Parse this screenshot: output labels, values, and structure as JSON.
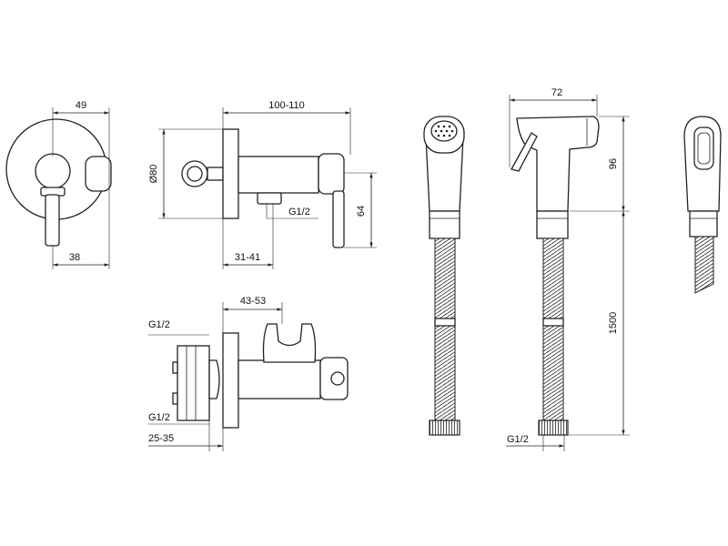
{
  "dimensions": {
    "front_width": "49",
    "front_offset": "38",
    "body_length": "100-110",
    "flange_diameter": "Ø80",
    "outlet_thread": "G1/2",
    "lever_height": "64",
    "outlet_offset": "31-41",
    "holder_offset": "43-53",
    "inlet_thread_top": "G1/2",
    "inlet_thread_bottom": "G1/2",
    "wall_depth": "25-35",
    "shower_width": "72",
    "shower_height": "96",
    "hose_length": "1500",
    "hose_thread": "G1/2"
  }
}
